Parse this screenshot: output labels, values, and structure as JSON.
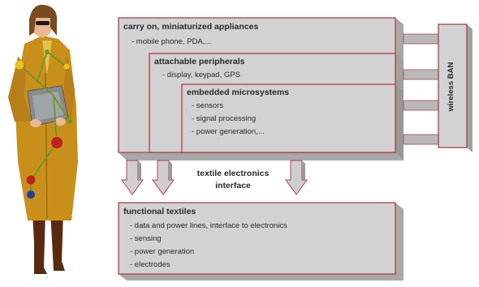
{
  "boxes": {
    "outer": {
      "title": "carry on, miniaturized appliances",
      "items": [
        "- mobile phone, PDA,..."
      ]
    },
    "middle": {
      "title": "attachable peripherals",
      "items": [
        "- display, keypad, GPS"
      ]
    },
    "inner": {
      "title": "embedded microsystems",
      "items": [
        "- sensors",
        "- signal processing",
        "- power generation,..."
      ]
    },
    "bottom": {
      "title": "functional textiles",
      "items": [
        "- data and power lines, interface to electronics",
        "- sensing",
        "- power generation",
        "- electrodes"
      ]
    }
  },
  "interface_label": [
    "textile electronics",
    "interface"
  ],
  "side_label": "wireless BAN",
  "colors": {
    "box_fill": "#d2d2d2",
    "box_side": "#a8a8a8",
    "box_border": "#b04040",
    "coat": "#c8901a",
    "node_yellow": "#e8c020",
    "node_red": "#c02020",
    "node_blue": "#2040a0",
    "line_green": "#6a9a2a"
  }
}
